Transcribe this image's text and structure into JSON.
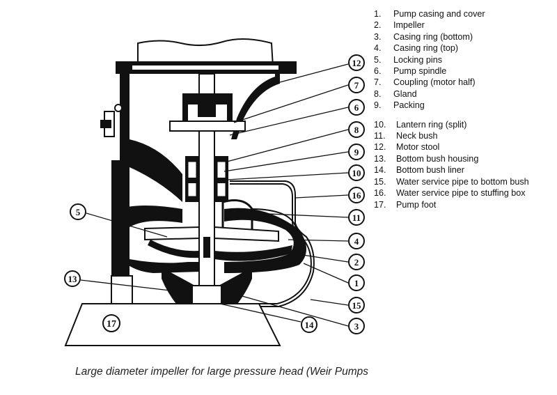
{
  "legend": [
    {
      "num": "1.",
      "label": "Pump casing and cover"
    },
    {
      "num": "2.",
      "label": "Impeller"
    },
    {
      "num": "3.",
      "label": "Casing ring (bottom)"
    },
    {
      "num": "4.",
      "label": "Casing ring (top)"
    },
    {
      "num": "5.",
      "label": "Locking pins"
    },
    {
      "num": "6.",
      "label": "Pump spindle"
    },
    {
      "num": "7.",
      "label": "Coupling (motor half)"
    },
    {
      "num": "8.",
      "label": "Gland"
    },
    {
      "num": "9.",
      "label": "Packing"
    },
    {
      "num": "10.",
      "label": "Lantern ring (split)"
    },
    {
      "num": "11.",
      "label": "Neck bush"
    },
    {
      "num": "12.",
      "label": "Motor stool"
    },
    {
      "num": "13.",
      "label": "Bottom bush housing"
    },
    {
      "num": "14.",
      "label": "Bottom bush liner"
    },
    {
      "num": "15.",
      "label": "Water service pipe to bottom bush"
    },
    {
      "num": "16.",
      "label": "Water service pipe to stuffing box"
    },
    {
      "num": "17.",
      "label": "Pump foot"
    }
  ],
  "callouts": [
    "12",
    "7",
    "6",
    "8",
    "9",
    "10",
    "16",
    "11",
    "4",
    "2",
    "1",
    "15",
    "3",
    "14",
    "5",
    "13",
    "17"
  ],
  "caption": "Large diameter impeller for large pressure head (Weir Pumps"
}
